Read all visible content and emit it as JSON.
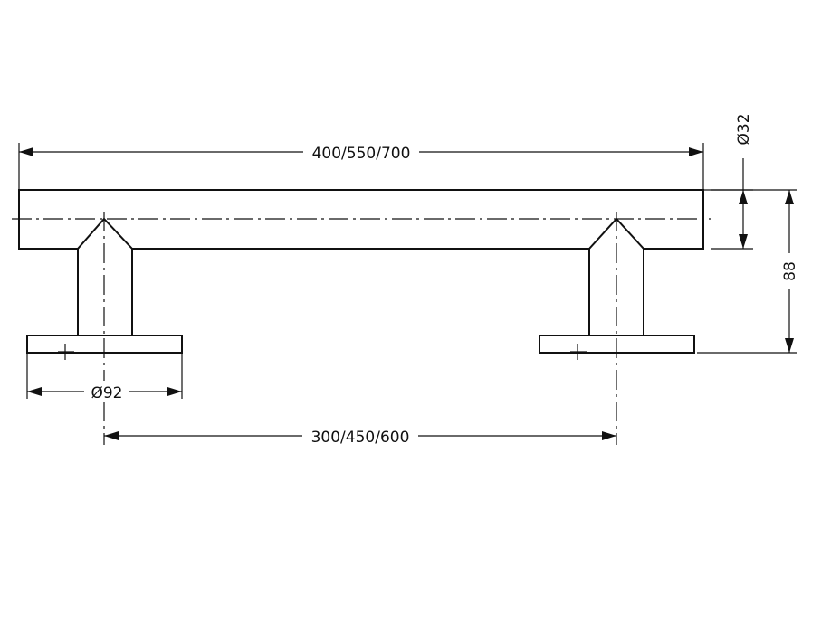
{
  "drawing": {
    "overall_length_label": "400/550/700",
    "centers_label": "300/450/600",
    "flange_diameter_label": "Ø92",
    "tube_diameter_label": "Ø32",
    "projection_label": "88",
    "line_color": "#111111",
    "background_color": "#ffffff"
  }
}
